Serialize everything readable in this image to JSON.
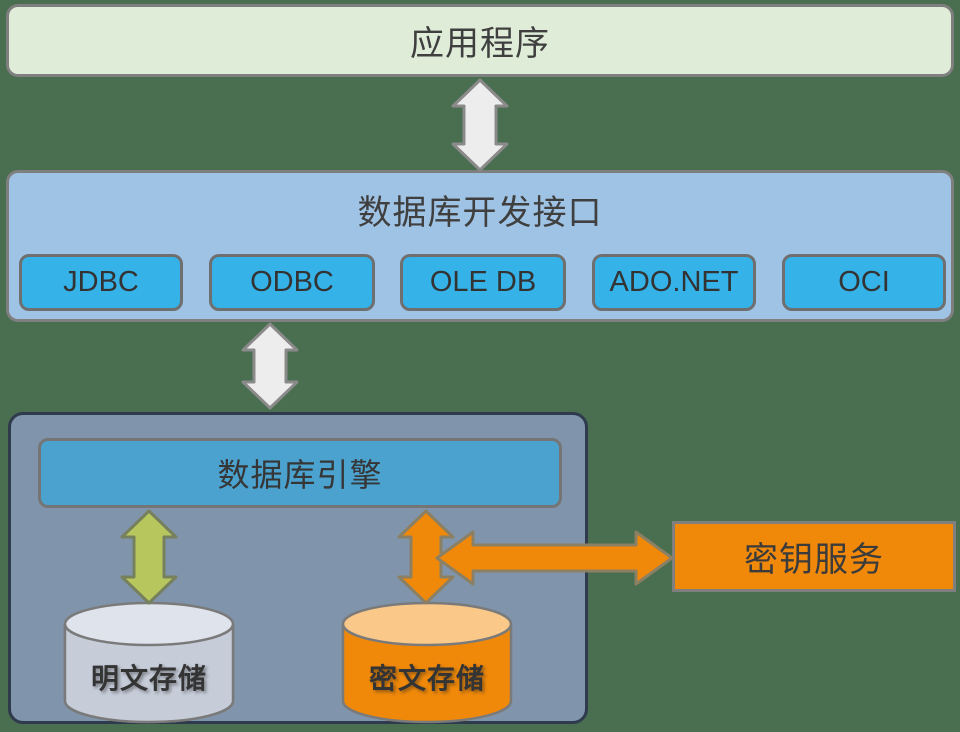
{
  "app_box": {
    "label": "应用程序"
  },
  "interface_box": {
    "title": "数据库开发接口",
    "items": [
      "JDBC",
      "ODBC",
      "OLE DB",
      "ADO.NET",
      "OCI"
    ]
  },
  "engine_box": {
    "label": "数据库引擎"
  },
  "storage": {
    "plain": {
      "label": "明文存储"
    },
    "cipher": {
      "label": "密文存储"
    }
  },
  "key_service": {
    "label": "密钥服务"
  },
  "colors": {
    "background": "#4a6e50",
    "app_box_fill": "#dfedd8",
    "interface_fill": "#9fc3e4",
    "interface_item_fill": "#35b2e8",
    "big_box_fill": "#8095ab",
    "big_box_border": "#2f3b4d",
    "engine_fill": "#4ba2cf",
    "gray_arrow_fill": "#ededed",
    "green_arrow_fill": "#b7c75e",
    "orange": "#f0890a",
    "plain_cylinder_body": "#c6cdd9",
    "plain_cylinder_top": "#dfe3eb",
    "cipher_cylinder_body": "#f0890a",
    "cipher_cylinder_top": "#fac98a",
    "box_border_gray": "#7f7f7f",
    "text": "#3f3f3f"
  }
}
